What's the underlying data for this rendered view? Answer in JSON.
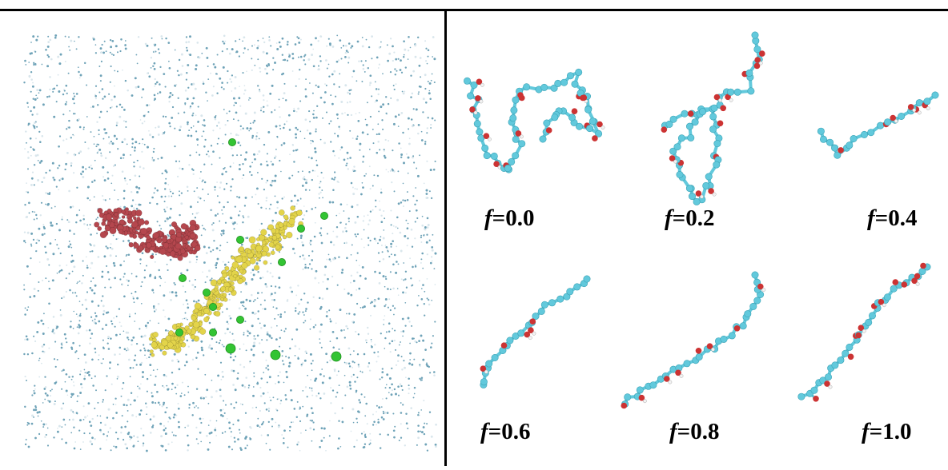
{
  "snapshots": [
    {
      "f_symbol": "f",
      "value_text": "=0.0",
      "shape": "coil"
    },
    {
      "f_symbol": "f",
      "value_text": "=0.2",
      "shape": "coil"
    },
    {
      "f_symbol": "f",
      "value_text": "=0.4",
      "shape": "extended"
    },
    {
      "f_symbol": "f",
      "value_text": "=0.6",
      "shape": "extended"
    },
    {
      "f_symbol": "f",
      "value_text": "=0.8",
      "shape": "extended"
    },
    {
      "f_symbol": "f",
      "value_text": "=1.0",
      "shape": "extended"
    }
  ],
  "colors": {
    "water": "#6fa3b8",
    "chain_red": "#b5474e",
    "chain_yellow": "#e3d44a",
    "ions": "#33c433",
    "backbone_cyan": "#62c9dc",
    "oxygen_red": "#cc3333",
    "hydrogen": "#f2f2f2"
  }
}
